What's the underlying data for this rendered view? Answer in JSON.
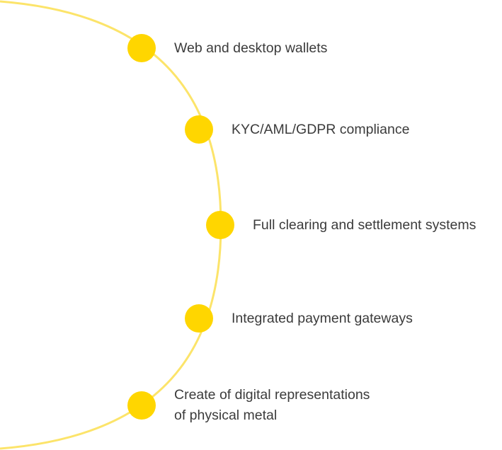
{
  "colors": {
    "accent": "#FFD600",
    "arc": "#FCE46A",
    "text": "#3B3B3B"
  },
  "items": [
    {
      "label": "Web and desktop wallets"
    },
    {
      "label": "KYC/AML/GDPR compliance"
    },
    {
      "label": "Full clearing and settlement systems"
    },
    {
      "label": "Integrated payment gateways"
    },
    {
      "label": "Create of digital representations\nof physical metal"
    }
  ]
}
